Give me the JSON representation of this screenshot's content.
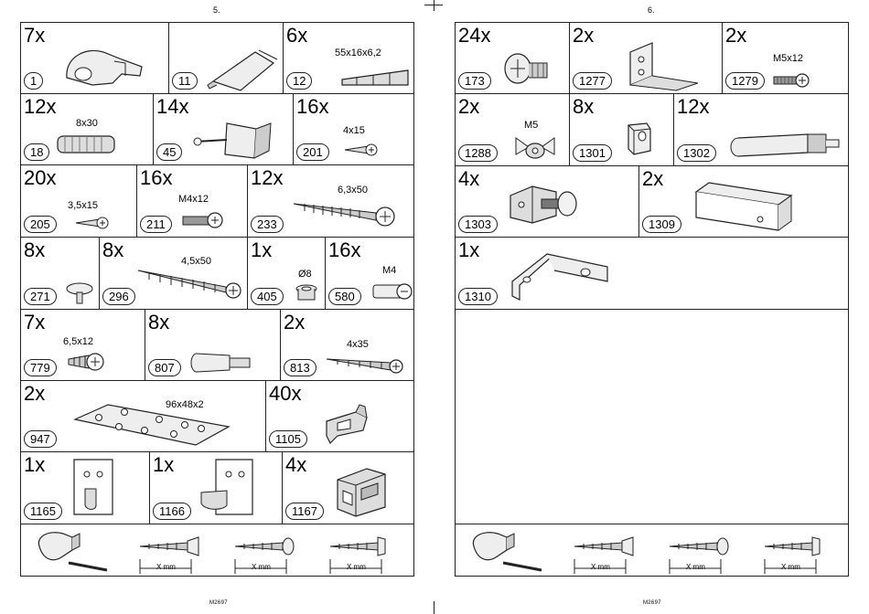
{
  "left_page": {
    "page_number": "5.",
    "footer": "M2697",
    "parts": [
      {
        "qty": "7x",
        "id": "1",
        "dim": ""
      },
      {
        "qty": "",
        "id": "11",
        "dim": ""
      },
      {
        "qty": "6x",
        "id": "12",
        "dim": "55x16x6,2"
      },
      {
        "qty": "12x",
        "id": "18",
        "dim": "8x30"
      },
      {
        "qty": "14x",
        "id": "45",
        "dim": ""
      },
      {
        "qty": "16x",
        "id": "201",
        "dim": "4x15"
      },
      {
        "qty": "20x",
        "id": "205",
        "dim": "3,5x15"
      },
      {
        "qty": "16x",
        "id": "211",
        "dim": "M4x12"
      },
      {
        "qty": "12x",
        "id": "233",
        "dim": "6,3x50"
      },
      {
        "qty": "8x",
        "id": "271",
        "dim": ""
      },
      {
        "qty": "8x",
        "id": "296",
        "dim": "4,5x50"
      },
      {
        "qty": "1x",
        "id": "405",
        "dim": "Ø8"
      },
      {
        "qty": "16x",
        "id": "580",
        "dim": "M4"
      },
      {
        "qty": "7x",
        "id": "779",
        "dim": "6,5x12"
      },
      {
        "qty": "8x",
        "id": "807",
        "dim": ""
      },
      {
        "qty": "2x",
        "id": "813",
        "dim": "4x35"
      },
      {
        "qty": "2x",
        "id": "947",
        "dim": "96x48x2"
      },
      {
        "qty": "40x",
        "id": "1105",
        "dim": ""
      },
      {
        "qty": "1x",
        "id": "1165",
        "dim": ""
      },
      {
        "qty": "1x",
        "id": "1166",
        "dim": ""
      },
      {
        "qty": "4x",
        "id": "1167",
        "dim": ""
      }
    ],
    "screw_legend": [
      "X mm",
      "X mm",
      "X mm"
    ]
  },
  "right_page": {
    "page_number": "6.",
    "footer": "M2697",
    "parts": [
      {
        "qty": "24x",
        "id": "173",
        "dim": ""
      },
      {
        "qty": "2x",
        "id": "1277",
        "dim": ""
      },
      {
        "qty": "2x",
        "id": "1279",
        "dim": "M5x12"
      },
      {
        "qty": "2x",
        "id": "1288",
        "dim": "M5"
      },
      {
        "qty": "8x",
        "id": "1301",
        "dim": ""
      },
      {
        "qty": "12x",
        "id": "1302",
        "dim": ""
      },
      {
        "qty": "4x",
        "id": "1303",
        "dim": ""
      },
      {
        "qty": "2x",
        "id": "1309",
        "dim": ""
      },
      {
        "qty": "1x",
        "id": "1310",
        "dim": ""
      }
    ],
    "screw_legend": [
      "X mm",
      "X mm",
      "X mm"
    ]
  },
  "colors": {
    "line": "#222222",
    "fill_light": "#e8e8e8",
    "fill_mid": "#b9b9b9"
  }
}
